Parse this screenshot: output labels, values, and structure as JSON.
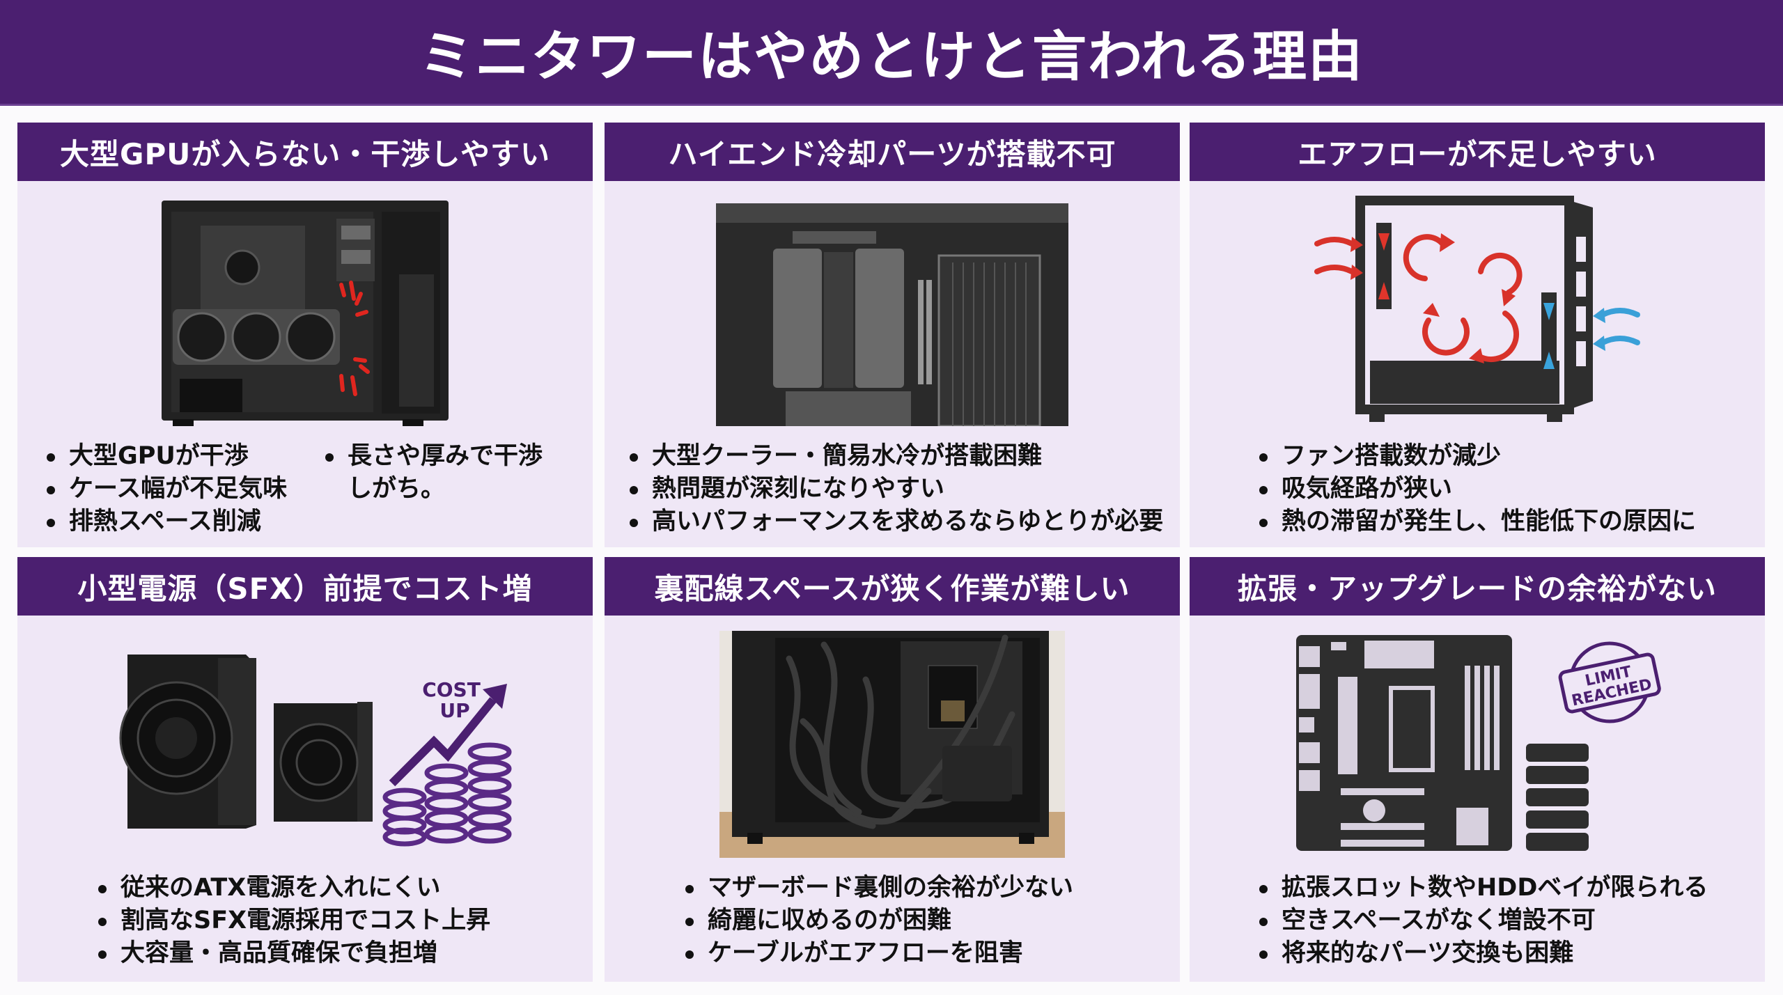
{
  "title": "ミニタワーはやめとけと言われる理由",
  "colors": {
    "header_bg": "#4b1f70",
    "panel_bg": "#efe7f6",
    "page_bg": "#fbfafc",
    "accent_red": "#d8322a",
    "accent_blue": "#3aa0d8",
    "accent_purple": "#5a2a86"
  },
  "panels": [
    {
      "title": "大型GPUが入らない・干渉しやすい",
      "illustration": "pc-case-with-large-gpu-photo",
      "bullets_left": [
        "大型GPUが干渉",
        "ケース幅が不足気味",
        "排熱スペース削減"
      ],
      "bullets_right": [
        "長さや厚みで干渉",
        "しがち。"
      ]
    },
    {
      "title": "ハイエンド冷却パーツが搭載不可",
      "illustration": "cpu-cooler-and-radiator-photo",
      "bullets": [
        "大型クーラー・簡易水冷が搭載困難",
        "熱問題が深刻になりやすい",
        "高いパフォーマンスを求めるならゆとりが必要"
      ]
    },
    {
      "title": "エアフローが不足しやすい",
      "illustration": "airflow-diagram",
      "bullets": [
        "ファン搭載数が減少",
        "吸気経路が狭い",
        "熱の滞留が発生し、性能低下の原因に"
      ]
    },
    {
      "title": "小型電源（SFX）前提でコスト増",
      "illustration": "atx-and-sfx-psu-photo",
      "badge": {
        "line1": "COST",
        "line2": "UP"
      },
      "bullets": [
        "従来のATX電源を入れにくい",
        "割高なSFX電源採用でコスト上昇",
        "大容量・高品質確保で負担増"
      ]
    },
    {
      "title": "裏配線スペースが狭く作業が難しい",
      "illustration": "cable-mess-behind-motherboard-photo",
      "bullets": [
        "マザーボード裏側の余裕が少ない",
        "綺麗に収めるのが困難",
        "ケーブルがエアフローを阻害"
      ]
    },
    {
      "title": "拡張・アップグレードの余裕がない",
      "illustration": "motherboard-diagram",
      "stamp": {
        "line1": "LIMIT",
        "line2": "REACHED"
      },
      "bullets": [
        "拡張スロット数やHDDベイが限られる",
        "空きスペースがなく増設不可",
        "将来的なパーツ交換も困難"
      ]
    }
  ]
}
